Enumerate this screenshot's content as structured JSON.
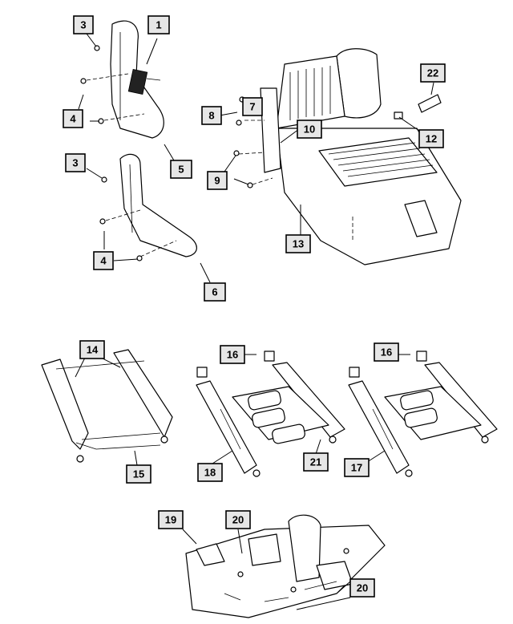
{
  "callouts": [
    {
      "label": "1"
    },
    {
      "label": "3"
    },
    {
      "label": "4"
    },
    {
      "label": "5"
    },
    {
      "label": "3"
    },
    {
      "label": "4"
    },
    {
      "label": "6"
    },
    {
      "label": "7"
    },
    {
      "label": "8"
    },
    {
      "label": "9"
    },
    {
      "label": "10"
    },
    {
      "label": "12"
    },
    {
      "label": "13"
    },
    {
      "label": "22"
    },
    {
      "label": "14"
    },
    {
      "label": "15"
    },
    {
      "label": "16"
    },
    {
      "label": "18"
    },
    {
      "label": "21"
    },
    {
      "label": "16"
    },
    {
      "label": "17"
    },
    {
      "label": "19"
    },
    {
      "label": "20"
    },
    {
      "label": "20"
    }
  ]
}
